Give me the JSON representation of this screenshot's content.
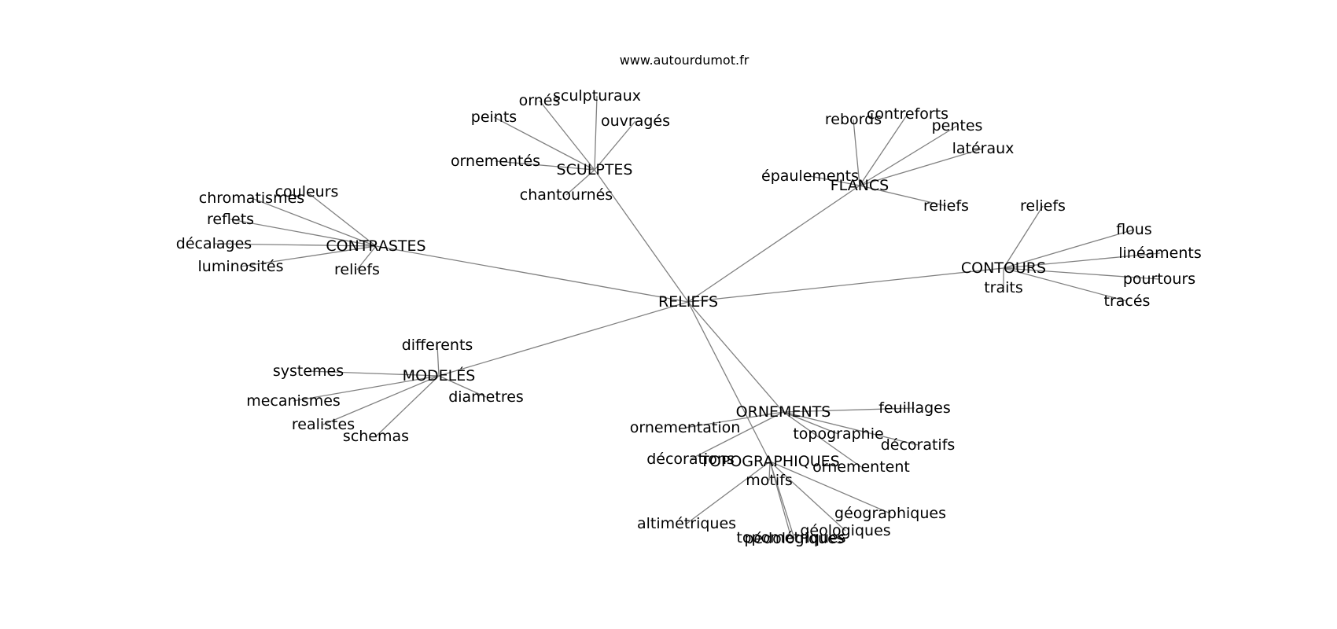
{
  "caption": "www.autourdumot.fr",
  "colors": {
    "edge": "#808080",
    "text": "#000000",
    "background": "#ffffff"
  },
  "graph": {
    "center": "RELIEFS",
    "groups": [
      {
        "hub": "SCULPTES",
        "leaves": [
          "ornés",
          "sculpturaux",
          "peints",
          "ouvragés",
          "ornementés",
          "chantournés"
        ]
      },
      {
        "hub": "FLANCS",
        "leaves": [
          "rebords",
          "contreforts",
          "pentes",
          "latéraux",
          "épaulements",
          "reliefs"
        ]
      },
      {
        "hub": "CONTRASTES",
        "leaves": [
          "couleurs",
          "chromatismes",
          "reflets",
          "décalages",
          "luminosités",
          "reliefs"
        ]
      },
      {
        "hub": "CONTOURS",
        "leaves": [
          "reliefs",
          "flous",
          "linéaments",
          "pourtours",
          "traits",
          "tracés"
        ]
      },
      {
        "hub": "MODELÉS",
        "leaves": [
          "differents",
          "systemes",
          "mecanismes",
          "diametres",
          "realistes",
          "schemas"
        ]
      },
      {
        "hub": "ORNEMENTS",
        "leaves": [
          "feuillages",
          "ornementation",
          "topographie",
          "décoratifs",
          "décorations",
          "ornementent"
        ]
      },
      {
        "hub": "TOPOGRAPHIQUES",
        "leaves": [
          "motifs",
          "géographiques",
          "altimétriques",
          "géologiques",
          "topométriques",
          "pédologiques"
        ]
      }
    ]
  }
}
